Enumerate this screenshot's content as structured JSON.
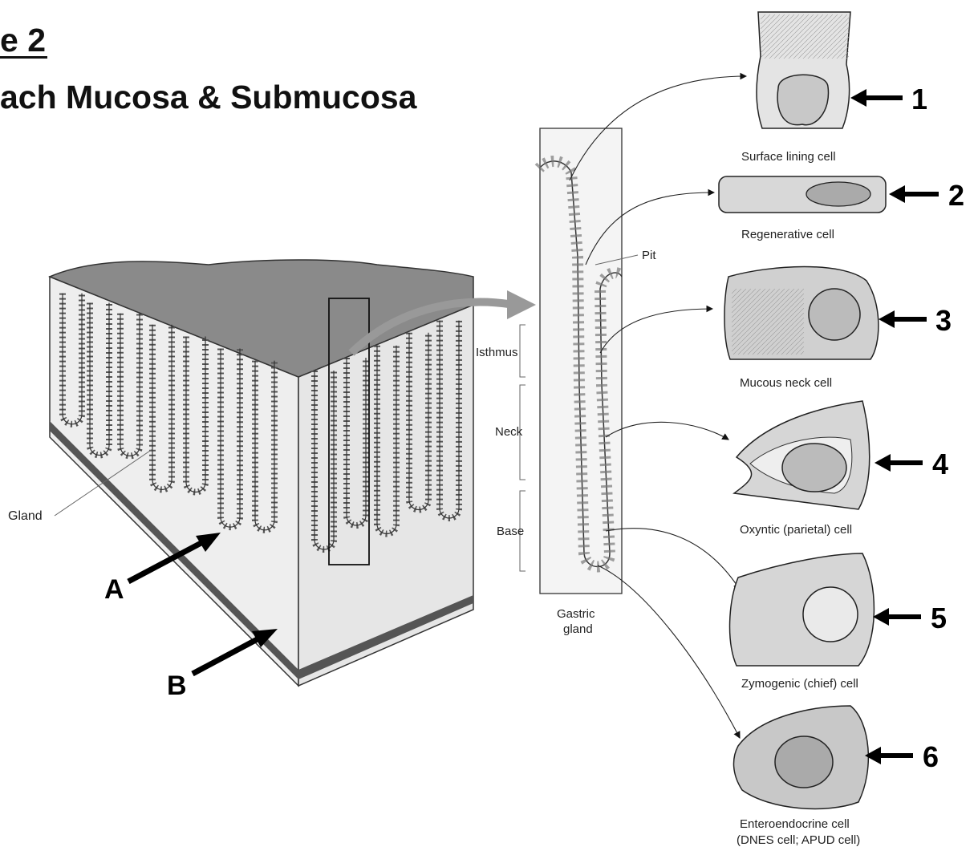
{
  "title": {
    "line1": "e 2",
    "line2": "ach Mucosa & Submucosa"
  },
  "block_labels": {
    "gland": "Gland",
    "arrow_a": "A",
    "arrow_b": "B"
  },
  "gland_labels": {
    "pit": "Pit",
    "isthmus": "Isthmus",
    "neck": "Neck",
    "base": "Base",
    "caption_line1": "Gastric",
    "caption_line2": "gland"
  },
  "cells": [
    {
      "number": "1",
      "name": "Surface lining cell"
    },
    {
      "number": "2",
      "name": "Regenerative cell"
    },
    {
      "number": "3",
      "name": "Mucous neck cell"
    },
    {
      "number": "4",
      "name": "Oxyntic (parietal) cell"
    },
    {
      "number": "5",
      "name": "Zymogenic (chief) cell"
    },
    {
      "number": "6",
      "name": "Enteroendocrine cell",
      "name_line2": "(DNES cell; APUD cell)"
    }
  ]
}
